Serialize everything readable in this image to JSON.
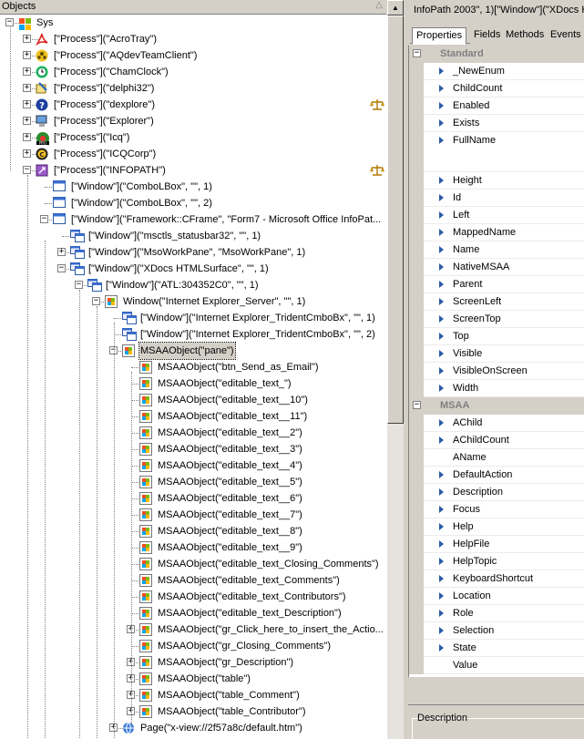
{
  "left": {
    "header_title": "Objects",
    "tree": [
      {
        "label": "Sys",
        "icon": "sys-icon",
        "exp": "-",
        "level": 0
      },
      {
        "label": "[\"Process\"](\"AcroTray\")",
        "icon": "acrobat-icon",
        "exp": "+",
        "level": 1
      },
      {
        "label": "[\"Process\"](\"AQdevTeamClient\")",
        "icon": "team-client-icon",
        "exp": "+",
        "level": 1
      },
      {
        "label": "[\"Process\"](\"ChamClock\")",
        "icon": "clock-icon",
        "exp": "+",
        "level": 1
      },
      {
        "label": "[\"Process\"](\"delphi32\")",
        "icon": "delphi-icon",
        "exp": "+",
        "level": 1
      },
      {
        "label": "[\"Process\"](\"dexplore\")",
        "icon": "help-icon",
        "exp": "+",
        "level": 1,
        "badge": true
      },
      {
        "label": "[\"Process\"](\"Explorer\")",
        "icon": "explorer-icon",
        "exp": "+",
        "level": 1
      },
      {
        "label": "[\"Process\"](\"Icq\")",
        "icon": "icq-icon",
        "exp": "+",
        "level": 1
      },
      {
        "label": "[\"Process\"](\"ICQCorp\")",
        "icon": "icqcorp-icon",
        "exp": "+",
        "level": 1
      },
      {
        "label": "[\"Process\"](\"INFOPATH\")",
        "icon": "infopath-icon",
        "exp": "-",
        "level": 1,
        "badge": true
      },
      {
        "label": "[\"Window\"](\"ComboLBox\", \"\", 1)",
        "icon": "window-icon",
        "exp": "",
        "level": 2
      },
      {
        "label": "[\"Window\"](\"ComboLBox\", \"\", 2)",
        "icon": "window-icon",
        "exp": "",
        "level": 2
      },
      {
        "label": "[\"Window\"](\"Framework::CFrame\", \"Form7 - Microsoft Office InfoPat...",
        "icon": "window-icon",
        "exp": "-",
        "level": 2
      },
      {
        "label": "[\"Window\"](\"msctls_statusbar32\", \"\", 1)",
        "icon": "windows-icon",
        "exp": "",
        "level": 3
      },
      {
        "label": "[\"Window\"](\"MsoWorkPane\", \"MsoWorkPane\", 1)",
        "icon": "windows-icon",
        "exp": "+",
        "level": 3
      },
      {
        "label": "[\"Window\"](\"XDocs HTMLSurface\", \"\", 1)",
        "icon": "windows-icon",
        "exp": "-",
        "level": 3
      },
      {
        "label": "[\"Window\"](\"ATL:304352C0\", \"\", 1)",
        "icon": "windows-icon",
        "exp": "-",
        "level": 4
      },
      {
        "label": "Window(\"Internet Explorer_Server\", \"\", 1)",
        "icon": "msaa-icon",
        "exp": "-",
        "level": 5
      },
      {
        "label": "[\"Window\"](\"Internet Explorer_TridentCmboBx\", \"\", 1)",
        "icon": "windows-icon",
        "exp": "",
        "level": 6
      },
      {
        "label": "[\"Window\"](\"Internet Explorer_TridentCmboBx\", \"\", 2)",
        "icon": "windows-icon",
        "exp": "",
        "level": 6
      },
      {
        "label": "MSAAObject(\"pane\")",
        "icon": "msaa-icon",
        "exp": "-",
        "level": 6,
        "selected": true
      },
      {
        "label": "MSAAObject(\"btn_Send_as_Email\")",
        "icon": "msaa-icon",
        "exp": "",
        "level": 7
      },
      {
        "label": "MSAAObject(\"editable_text_\")",
        "icon": "msaa-icon",
        "exp": "",
        "level": 7
      },
      {
        "label": "MSAAObject(\"editable_text__10\")",
        "icon": "msaa-icon",
        "exp": "",
        "level": 7
      },
      {
        "label": "MSAAObject(\"editable_text__11\")",
        "icon": "msaa-icon",
        "exp": "",
        "level": 7
      },
      {
        "label": "MSAAObject(\"editable_text__2\")",
        "icon": "msaa-icon",
        "exp": "",
        "level": 7
      },
      {
        "label": "MSAAObject(\"editable_text__3\")",
        "icon": "msaa-icon",
        "exp": "",
        "level": 7
      },
      {
        "label": "MSAAObject(\"editable_text__4\")",
        "icon": "msaa-icon",
        "exp": "",
        "level": 7
      },
      {
        "label": "MSAAObject(\"editable_text__5\")",
        "icon": "msaa-icon",
        "exp": "",
        "level": 7
      },
      {
        "label": "MSAAObject(\"editable_text__6\")",
        "icon": "msaa-icon",
        "exp": "",
        "level": 7
      },
      {
        "label": "MSAAObject(\"editable_text__7\")",
        "icon": "msaa-icon",
        "exp": "",
        "level": 7
      },
      {
        "label": "MSAAObject(\"editable_text__8\")",
        "icon": "msaa-icon",
        "exp": "",
        "level": 7
      },
      {
        "label": "MSAAObject(\"editable_text__9\")",
        "icon": "msaa-icon",
        "exp": "",
        "level": 7
      },
      {
        "label": "MSAAObject(\"editable_text_Closing_Comments\")",
        "icon": "msaa-icon",
        "exp": "",
        "level": 7
      },
      {
        "label": "MSAAObject(\"editable_text_Comments\")",
        "icon": "msaa-icon",
        "exp": "",
        "level": 7
      },
      {
        "label": "MSAAObject(\"editable_text_Contributors\")",
        "icon": "msaa-icon",
        "exp": "",
        "level": 7
      },
      {
        "label": "MSAAObject(\"editable_text_Description\")",
        "icon": "msaa-icon",
        "exp": "",
        "level": 7
      },
      {
        "label": "MSAAObject(\"gr_Click_here_to_insert_the_Actio...",
        "icon": "msaa-icon",
        "exp": "+",
        "level": 7
      },
      {
        "label": "MSAAObject(\"gr_Closing_Comments\")",
        "icon": "msaa-icon",
        "exp": "",
        "level": 7
      },
      {
        "label": "MSAAObject(\"gr_Description\")",
        "icon": "msaa-icon",
        "exp": "+",
        "level": 7
      },
      {
        "label": "MSAAObject(\"table\")",
        "icon": "msaa-icon",
        "exp": "+",
        "level": 7
      },
      {
        "label": "MSAAObject(\"table_Comment\")",
        "icon": "msaa-icon",
        "exp": "+",
        "level": 7
      },
      {
        "label": "MSAAObject(\"table_Contributor\")",
        "icon": "msaa-icon",
        "exp": "+",
        "level": 7
      },
      {
        "label": "Page(\"x-view://2f57a8c/default.htm\")",
        "icon": "page-icon",
        "exp": "+",
        "level": 6
      }
    ]
  },
  "right": {
    "title": "InfoPath 2003\", 1)[\"Window\"](\"XDocs H",
    "tabs": [
      "Properties",
      "Fields",
      "Methods",
      "Events"
    ],
    "active_tab": "Properties",
    "properties": [
      {
        "name": "Standard",
        "category": true
      },
      {
        "name": "_NewEnum",
        "arrow": true
      },
      {
        "name": "ChildCount",
        "arrow": true
      },
      {
        "name": "Enabled",
        "arrow": true
      },
      {
        "name": "Exists",
        "arrow": true
      },
      {
        "name": "FullName",
        "arrow": true,
        "tall": true
      },
      {
        "name": "Height",
        "arrow": true
      },
      {
        "name": "Id",
        "arrow": true
      },
      {
        "name": "Left",
        "arrow": true
      },
      {
        "name": "MappedName",
        "arrow": true
      },
      {
        "name": "Name",
        "arrow": true
      },
      {
        "name": "NativeMSAA",
        "arrow": true
      },
      {
        "name": "Parent",
        "arrow": true
      },
      {
        "name": "ScreenLeft",
        "arrow": true
      },
      {
        "name": "ScreenTop",
        "arrow": true
      },
      {
        "name": "Top",
        "arrow": true
      },
      {
        "name": "Visible",
        "arrow": true
      },
      {
        "name": "VisibleOnScreen",
        "arrow": true
      },
      {
        "name": "Width",
        "arrow": true
      },
      {
        "name": "MSAA",
        "category": true
      },
      {
        "name": "AChild",
        "arrow": true
      },
      {
        "name": "AChildCount",
        "arrow": true
      },
      {
        "name": "AName",
        "arrow": false
      },
      {
        "name": "DefaultAction",
        "arrow": true
      },
      {
        "name": "Description",
        "arrow": true
      },
      {
        "name": "Focus",
        "arrow": true
      },
      {
        "name": "Help",
        "arrow": true
      },
      {
        "name": "HelpFile",
        "arrow": true
      },
      {
        "name": "HelpTopic",
        "arrow": true
      },
      {
        "name": "KeyboardShortcut",
        "arrow": true
      },
      {
        "name": "Location",
        "arrow": true
      },
      {
        "name": "Role",
        "arrow": true
      },
      {
        "name": "Selection",
        "arrow": true
      },
      {
        "name": "State",
        "arrow": true
      },
      {
        "name": "Value",
        "arrow": false
      }
    ],
    "description_label": "Description"
  },
  "colors": {
    "selection": "#d4d0c8",
    "arrow": "#2b5aa8",
    "badge": "#e0a800"
  }
}
